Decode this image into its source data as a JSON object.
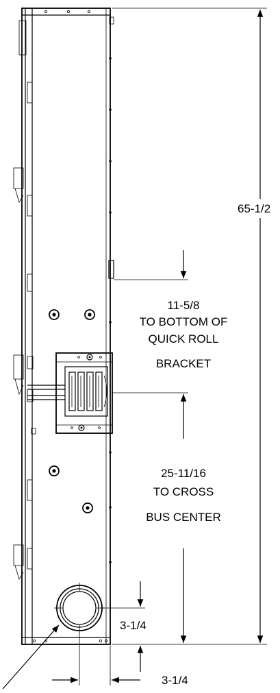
{
  "dimensions": {
    "overall_height": "65-1/2",
    "roll_bracket": {
      "value": "11-5/8",
      "line1": "TO BOTTOM OF",
      "line2": "QUICK ROLL",
      "line3": "BRACKET"
    },
    "cross_bus": {
      "value": "25-11/16",
      "line1": "TO CROSS",
      "line2": "BUS CENTER"
    },
    "conduit_vertical": "3-1/4",
    "conduit_horizontal": "3-1/4"
  }
}
